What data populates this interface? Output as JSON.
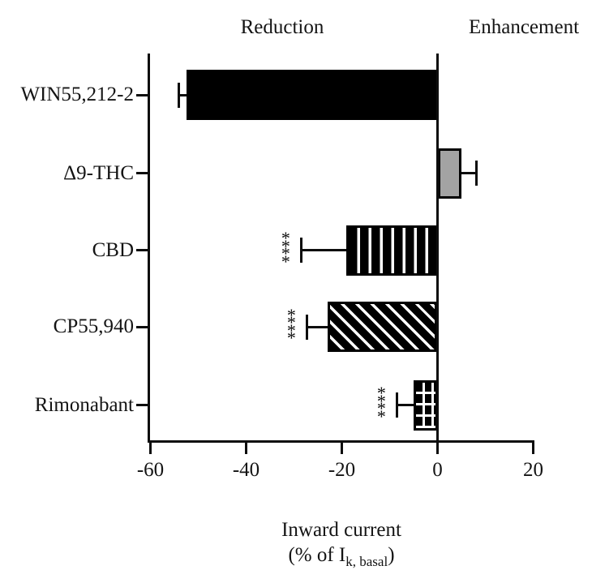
{
  "chart_data": {
    "type": "bar",
    "orientation": "horizontal",
    "title": "",
    "xlabel": "Inward current (% of Ik, basal)",
    "xlabel_parts": {
      "line1": "Inward current",
      "line2_prefix": "(% of I",
      "line2_subscript": "k, basal",
      "line2_suffix": ")"
    },
    "region_labels": {
      "negative": "Reduction",
      "positive": "Enhancement"
    },
    "xlim": [
      -60,
      20
    ],
    "x_ticks": [
      -60,
      -40,
      -20,
      0,
      20
    ],
    "grid": false,
    "legend": false,
    "categories": [
      "WIN55,212-2",
      "Δ9-THC",
      "CBD",
      "CP55,940",
      "Rimonabant"
    ],
    "values": [
      -52.5,
      5,
      -19,
      -23,
      -5
    ],
    "errors": [
      1.5,
      3.2,
      9.5,
      4.3,
      3.5
    ],
    "significance": [
      "",
      "",
      "****",
      "****",
      "****"
    ],
    "bar_styles": [
      "solid-black",
      "solid-gray",
      "vertical-stripes",
      "diagonal-stripes",
      "grid"
    ],
    "colors": {
      "bar_black": "#000000",
      "bar_gray": "#a3a3a3",
      "axis": "#0d0d0d"
    }
  }
}
